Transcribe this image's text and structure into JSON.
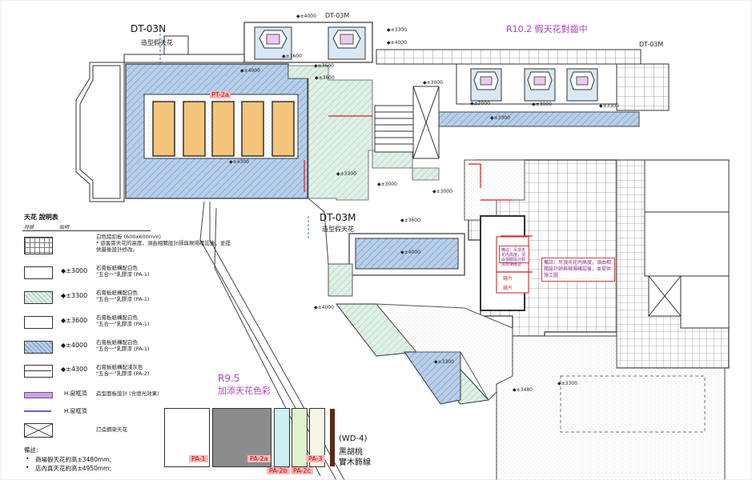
{
  "drawing": {
    "title_dt03n": "DT-03N",
    "sub_dt03n": "造型假天花",
    "title_dt03m_top": "DT-03M",
    "title_dt03m_mid": "DT-03M",
    "sub_dt03m_mid": "造型假天花",
    "title_dt03m_right": "DT-03M",
    "rev_r102": "R10.2 假天花對齒中",
    "rev_r95": "R9.5",
    "rev_r95_sub": "加添天花色彩",
    "pt2a": "PT-2a",
    "levels": {
      "l4000_a": "±4000",
      "l3600_a": "±3600",
      "l3600_b": "±3600",
      "l3600_c": "±3600",
      "l3000_a": "±3000",
      "l3300_a": "±3300",
      "l4300_a": "±4300",
      "l3300_b": "±3300",
      "l3000_b": "±3000",
      "l3000_c": "±3000",
      "l3600_d": "±3600",
      "l4000_b": "±4000",
      "l4000_c": "±4000",
      "l3300_c": "±3300",
      "l3480": "±3480",
      "l3300_d": "±3300",
      "l4000_top": "±4000",
      "l3300_top": "±3300",
      "l4000_mid": "±4000",
      "l3000_r1": "±3000",
      "l3300_r1": "±3300",
      "l3000_r2": "±3000"
    },
    "pink_note_1": "備註：吊頂天花內高度，須由相關設計師與現場確認後，並提供施工圖",
    "pink_note_2": "備註：吊頂天花內高度，須由相關設計師與現場確認",
    "small_box_1": "鏡片",
    "small_box_2": "鏡片"
  },
  "legend": {
    "title": "天花  說明表",
    "col_symbol": "符號",
    "col_desc": "說明",
    "rows": [
      {
        "code": "",
        "text": "白色鋁扣板 (600x600mm)\n* 遊客區天花的高度，須由相關設計師與現場確認後，並提供最後設計修改。"
      },
      {
        "code": "±3000",
        "text": "石膏板紙構配白色\n\"五合一\"乳膠漆 (PA-1)"
      },
      {
        "code": "±3300",
        "text": "石膏板紙構配白色\n\"五合一\"乳膠漆 (PA-1)"
      },
      {
        "code": "±3600",
        "text": "石膏板紙構配白色\n\"五合一\"乳膠漆 (PA-1)"
      },
      {
        "code": "±4000",
        "text": "石膏板紙構配白色\n\"五合一\"乳膠漆 (PA-1)"
      },
      {
        "code": "±4300",
        "text": "石膏板紙構配淺灰色\n\"五合一\"乳膠漆 (PA-2)"
      },
      {
        "code": "H.窗框頂",
        "text": "造型面板設計 (含燈光效果)"
      },
      {
        "code": "H.窗框頂",
        "text": ""
      },
      {
        "code": "",
        "text": "訂造鋼架天花"
      }
    ],
    "remarks_title": "備註:",
    "remarks": [
      "商場假天花約高±3480mm;",
      "店內真天花約高±4950mm;"
    ]
  },
  "swatches": [
    {
      "label": "PA-1",
      "color": "#ffffff"
    },
    {
      "label": "PA-2a",
      "color": "#8c8c8c"
    },
    {
      "label": "PA-2b",
      "color": "#cdeef3"
    },
    {
      "label": "PA-2c",
      "color": "#e2f2cf"
    },
    {
      "label": "PA-3",
      "color": "#f6f6e6"
    }
  ],
  "wood": {
    "code": "(WD-4)",
    "line1": "黑胡桃",
    "line2": "實木飾線"
  },
  "colors": {
    "hatch_blue": "#8fb0d8",
    "hatch_green": "#cfe6d8",
    "rev_purple": "#b040c0",
    "accent_red": "#d02020",
    "pt_orange": "#f4c47a"
  }
}
